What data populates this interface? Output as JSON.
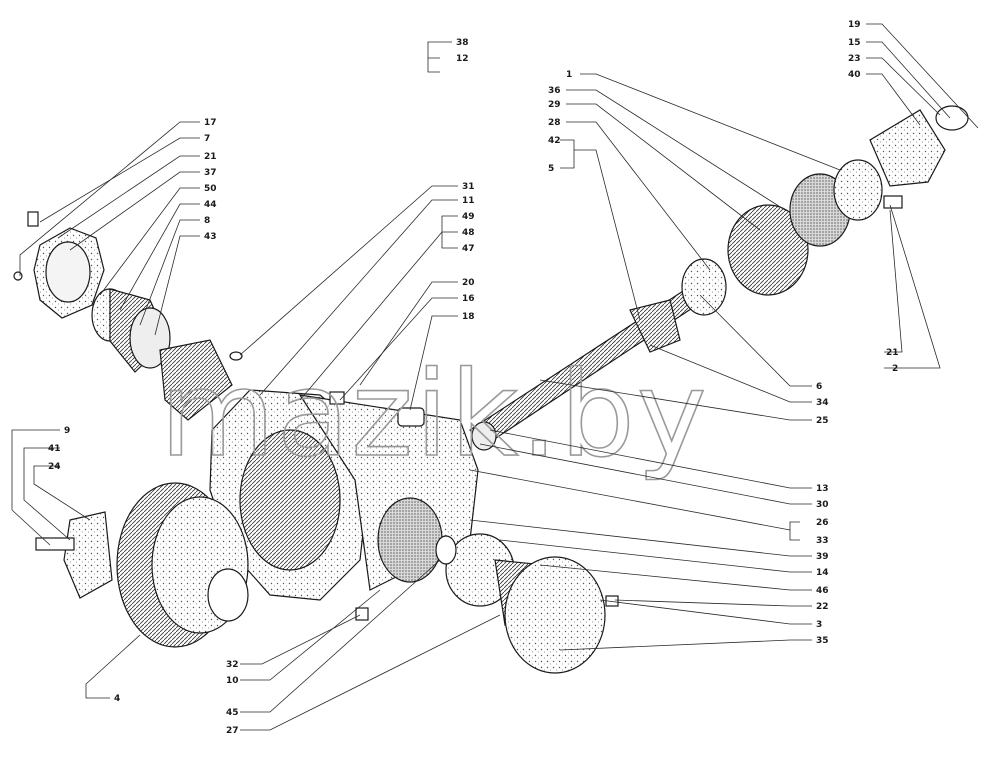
{
  "watermark": "mazik.by",
  "labels": {
    "n38": "38",
    "n12": "12",
    "n19": "19",
    "n15": "15",
    "n23": "23",
    "n40": "40",
    "n1": "1",
    "n36": "36",
    "n29": "29",
    "n28": "28",
    "n42": "42",
    "n5": "5",
    "n17": "17",
    "n7": "7",
    "n21a": "21",
    "n37": "37",
    "n50": "50",
    "n44": "44",
    "n8": "8",
    "n43": "43",
    "n31": "31",
    "n11": "11",
    "n49": "49",
    "n48": "48",
    "n47": "47",
    "n20": "20",
    "n16": "16",
    "n18": "18",
    "n21b": "21",
    "n2": "2",
    "n6": "6",
    "n34": "34",
    "n25": "25",
    "n13": "13",
    "n30": "30",
    "n26": "26",
    "n33": "33",
    "n39": "39",
    "n14": "14",
    "n46": "46",
    "n22": "22",
    "n3": "3",
    "n35": "35",
    "n9": "9",
    "n41": "41",
    "n24": "24",
    "n4": "4",
    "n32": "32",
    "n10": "10",
    "n45": "45",
    "n27": "27"
  }
}
